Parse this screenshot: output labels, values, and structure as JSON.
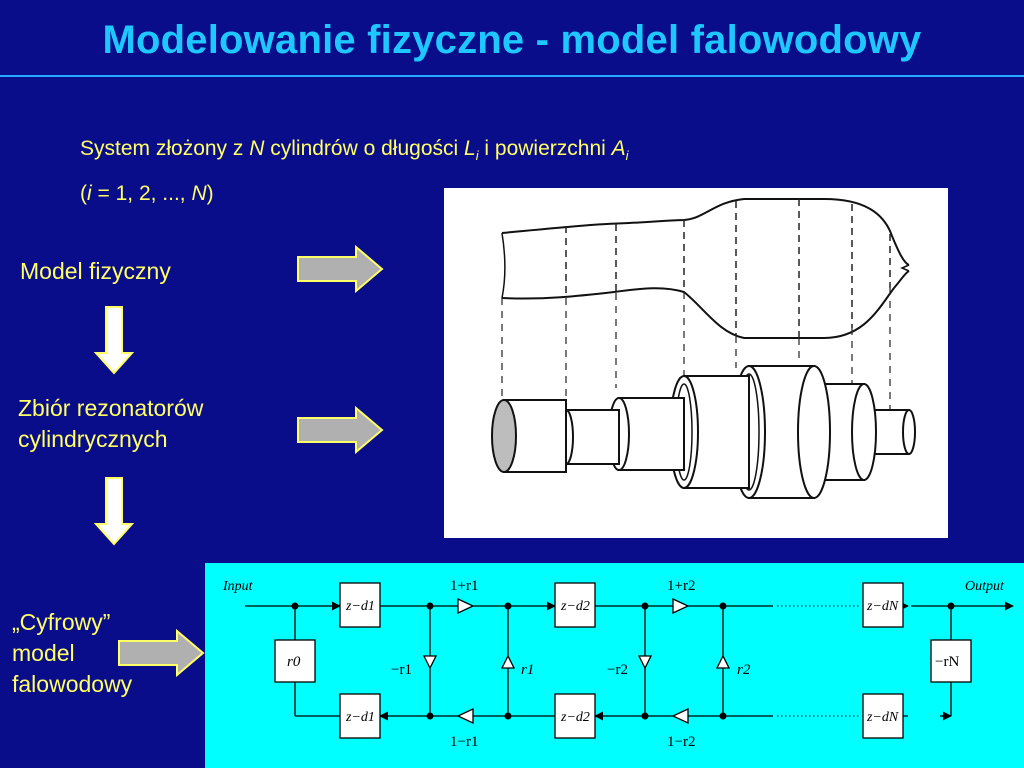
{
  "slide": {
    "title": "Modelowanie fizyczne - model falowodowy",
    "subtitle": {
      "line1_a": "System złożony z ",
      "N1": "N",
      "line1_b": " cylindrów o długości ",
      "L": "L",
      "sub_i1": "i",
      "line1_c": " i powierzchni ",
      "A": "A",
      "sub_i2": "i",
      "line2_open": "(",
      "i": "i",
      "line2_mid": " = 1, 2, ..., ",
      "N2": "N",
      "line2_close": ")"
    },
    "labels": {
      "model_fizyczny": "Model fizyczny",
      "zbior_line1": "Zbiór rezonatorów",
      "zbior_line2": "cylindrycznych",
      "cyfrowy_line1": "„Cyfrowy”",
      "cyfrowy_line2": "model",
      "cyfrowy_line3": "falowodowy"
    },
    "colors": {
      "background": "#0a0d8a",
      "title": "#1ec8ff",
      "text": "#ffff66",
      "circuit_bg": "#00ffff",
      "arrow_fill": "#b0b0b0"
    }
  },
  "circuit": {
    "input": "Input",
    "output": "Output",
    "one_plus_r1": "1+r1",
    "one_plus_r2": "1+r2",
    "one_minus_r1": "1−r1",
    "one_minus_r2": "1−r2",
    "neg_r1": "−r1",
    "neg_r2": "−r2",
    "r1": "r1",
    "r2": "r2",
    "r0": "r0",
    "neg_rN": "−rN",
    "delays": [
      "z−d1",
      "z−d2",
      "z−dN"
    ]
  }
}
